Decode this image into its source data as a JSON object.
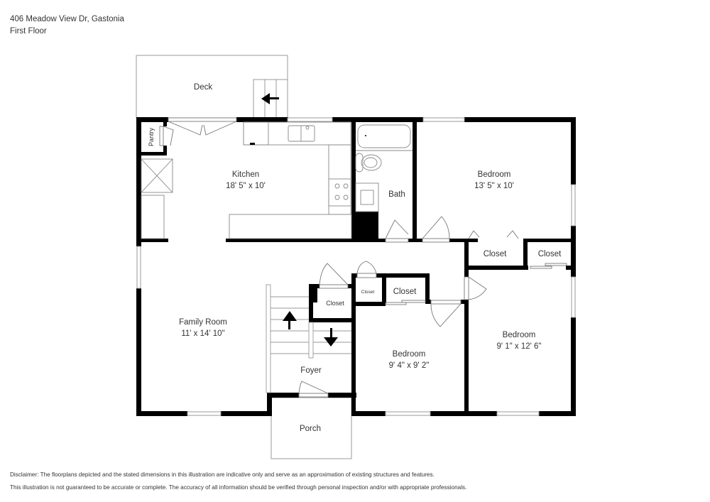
{
  "header": {
    "address": "406 Meadow View Dr, Gastonia",
    "floor": "First Floor"
  },
  "rooms": {
    "deck": {
      "name": "Deck"
    },
    "pantry": {
      "name": "Pantry"
    },
    "kitchen": {
      "name": "Kitchen",
      "dims": "18' 5\" x 10'"
    },
    "bath": {
      "name": "Bath"
    },
    "bedroom1": {
      "name": "Bedroom",
      "dims": "13' 5\" x 10'"
    },
    "closet1": {
      "name": "Closet"
    },
    "closet2": {
      "name": "Closet"
    },
    "family": {
      "name": "Family Room",
      "dims": "11' x 14' 10\""
    },
    "closet_stair": {
      "name": "Closet"
    },
    "closet_small": {
      "name": "Closet"
    },
    "closet_bed2": {
      "name": "Closet"
    },
    "bedroom2": {
      "name": "Bedroom",
      "dims": "9' 4\" x 9' 2\""
    },
    "bedroom3": {
      "name": "Bedroom",
      "dims": "9' 1\" x 12' 6\""
    },
    "foyer": {
      "name": "Foyer"
    },
    "porch": {
      "name": "Porch"
    }
  },
  "footer": {
    "disclaimer_line1": "Disclaimer: The floorplans depicted and the stated dimensions in this illustration are indicative only and serve as an approximation of existing structures and features.",
    "disclaimer_line2": "This illustration is not guaranteed to be accurate or complete. The accuracy of all information should be verified through personal inspection and/or with appropriate professionals."
  },
  "colors": {
    "wall": "#000000",
    "line": "#888888",
    "text": "#333333"
  }
}
